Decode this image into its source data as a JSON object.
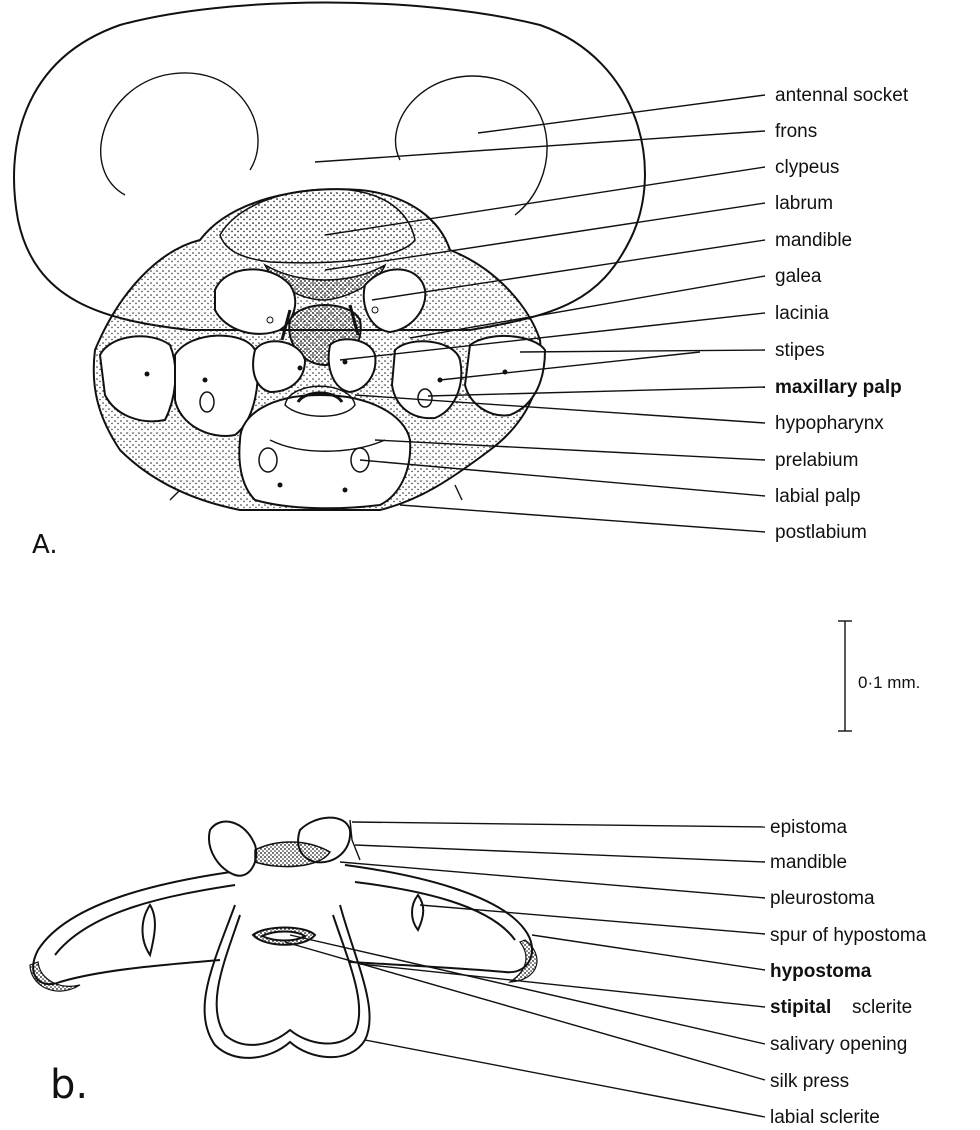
{
  "figure_a": {
    "panel_letter": "A.",
    "labels": [
      "antennal socket",
      "frons",
      "clypeus",
      "labrum",
      "mandible",
      "galea",
      "lacinia",
      "stipes",
      "maxillary palp",
      "hypopharynx",
      "prelabium",
      "labial palp",
      "postlabium"
    ]
  },
  "figure_b": {
    "panel_letter": "b.",
    "labels": [
      "epistoma",
      "mandible",
      "pleurostoma",
      "spur of hypostoma",
      "hypostoma",
      "stipital",
      "sclerite",
      "salivary opening",
      "silk press",
      "labial sclerite"
    ]
  },
  "scale_bar": {
    "label": "0·1 mm."
  }
}
